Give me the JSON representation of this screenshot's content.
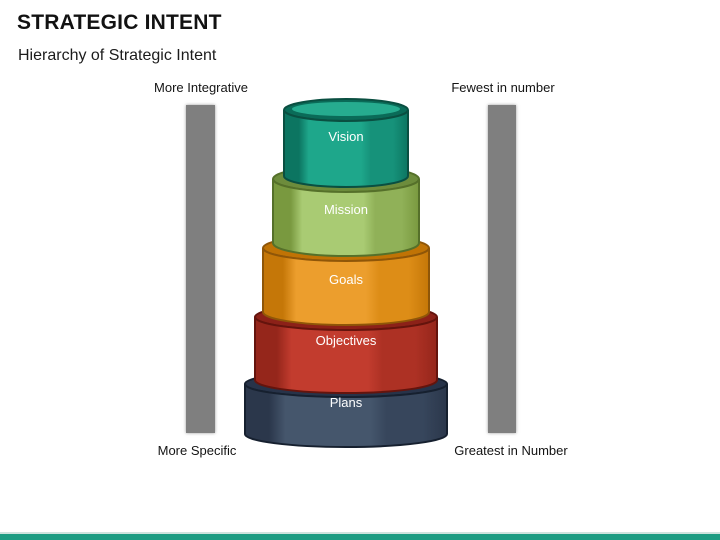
{
  "slide": {
    "title": "STRATEGIC INTENT",
    "subtitle": "Hierarchy of Strategic Intent"
  },
  "annotations": {
    "top_left": "More Integrative",
    "top_right": "Fewest in number",
    "bottom_left": "More Specific",
    "bottom_right": "Greatest in Number"
  },
  "diagram": {
    "type": "stacked-cylinder-hierarchy",
    "tiers": [
      {
        "label": "Vision",
        "colors": {
          "face": "#1EA78B",
          "mid": "#16927A",
          "side": "#0C7561",
          "rim": "#0A6B58",
          "inner": "#26AC8F",
          "outline": "#0A4F41"
        }
      },
      {
        "label": "Mission",
        "colors": {
          "face": "#A9CB73",
          "mid": "#90B158",
          "side": "#79993F",
          "rim": "#6D8C3C",
          "outline": "#55702A"
        }
      },
      {
        "label": "Goals",
        "colors": {
          "face": "#EC9E2D",
          "mid": "#DD8D17",
          "side": "#C57708",
          "rim": "#C07305",
          "outline": "#8F5608"
        }
      },
      {
        "label": "Objectives",
        "colors": {
          "face": "#C23C2E",
          "mid": "#AD3124",
          "side": "#95261B",
          "rim": "#8C2118",
          "outline": "#64140D"
        }
      },
      {
        "label": "Plans",
        "colors": {
          "face": "#45566C",
          "mid": "#37465C",
          "side": "#2B374B",
          "rim": "#273349",
          "outline": "#16202F"
        }
      }
    ]
  },
  "colors": {
    "tier_label": "#FFFFFF",
    "accent_bar": "#1D9C82",
    "side_bar": "#7F7F7F",
    "text": "#141414"
  }
}
